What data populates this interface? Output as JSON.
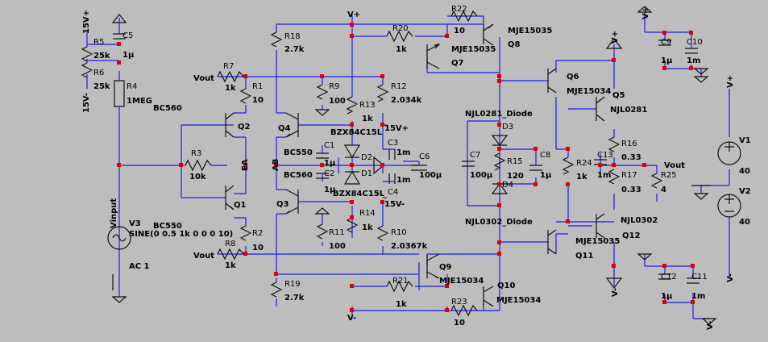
{
  "colors": {
    "background": "#bdbdbd",
    "wire": "#1c1cf0",
    "component": "#111111",
    "junction": "#e00000"
  },
  "labels": [
    {
      "id": "l_15vp_a",
      "text": "15V+",
      "rot": true
    },
    {
      "id": "l_15vm_a",
      "text": "15V-",
      "rot": true
    },
    {
      "id": "l_r5",
      "text": "R5"
    },
    {
      "id": "l_r5v",
      "text": "25k"
    },
    {
      "id": "l_r6",
      "text": "R6"
    },
    {
      "id": "l_r6v",
      "text": "25k"
    },
    {
      "id": "l_c5",
      "text": "C5"
    },
    {
      "id": "l_c5v",
      "text": "1µ"
    },
    {
      "id": "l_r4",
      "text": "R4"
    },
    {
      "id": "l_r4v",
      "text": "1MEG"
    },
    {
      "id": "l_bc560a",
      "text": "BC560"
    },
    {
      "id": "l_vout1",
      "text": "Vout"
    },
    {
      "id": "l_r7",
      "text": "R7"
    },
    {
      "id": "l_r7v",
      "text": "1k"
    },
    {
      "id": "l_r1",
      "text": "R1"
    },
    {
      "id": "l_r1v",
      "text": "10"
    },
    {
      "id": "l_q2",
      "text": "Q2"
    },
    {
      "id": "l_r3",
      "text": "R3"
    },
    {
      "id": "l_r3v",
      "text": "10k"
    },
    {
      "id": "l_ea",
      "text": "EA",
      "rot": true
    },
    {
      "id": "l_ab",
      "text": "AB",
      "rot": true
    },
    {
      "id": "l_q1",
      "text": "Q1"
    },
    {
      "id": "l_vinput",
      "text": "Vinput",
      "rot": true
    },
    {
      "id": "l_v3",
      "text": "V3"
    },
    {
      "id": "l_bc550a",
      "text": "BC550"
    },
    {
      "id": "l_sine",
      "text": "SINE(0 0.5 1k 0 0 0 10)"
    },
    {
      "id": "l_ac",
      "text": "AC 1"
    },
    {
      "id": "l_vout2",
      "text": "Vout"
    },
    {
      "id": "l_r8",
      "text": "R8"
    },
    {
      "id": "l_r8v",
      "text": "1k"
    },
    {
      "id": "l_r2",
      "text": "R2"
    },
    {
      "id": "l_r2v",
      "text": "10"
    },
    {
      "id": "l_r18",
      "text": "R18"
    },
    {
      "id": "l_r18v",
      "text": "2.7k"
    },
    {
      "id": "l_vp_top",
      "text": "V+"
    },
    {
      "id": "l_r22",
      "text": "R22"
    },
    {
      "id": "l_r22v",
      "text": "10"
    },
    {
      "id": "l_r20",
      "text": "R20"
    },
    {
      "id": "l_r20v",
      "text": "1k"
    },
    {
      "id": "l_mje15035a",
      "text": "MJE15035"
    },
    {
      "id": "l_mje15035b",
      "text": "MJE15035"
    },
    {
      "id": "l_q8",
      "text": "Q8"
    },
    {
      "id": "l_q7",
      "text": "Q7"
    },
    {
      "id": "l_r9",
      "text": "R9"
    },
    {
      "id": "l_r9v",
      "text": "100"
    },
    {
      "id": "l_r12",
      "text": "R12"
    },
    {
      "id": "l_r12v",
      "text": "2.034k"
    },
    {
      "id": "l_r13",
      "text": "R13"
    },
    {
      "id": "l_r13v",
      "text": "1k"
    },
    {
      "id": "l_q4",
      "text": "Q4"
    },
    {
      "id": "l_bzx1",
      "text": "BZX84C15L"
    },
    {
      "id": "l_15vp_b",
      "text": "15V+"
    },
    {
      "id": "l_bc550b",
      "text": "BC550"
    },
    {
      "id": "l_c1",
      "text": "C1"
    },
    {
      "id": "l_c1v",
      "text": "1µ"
    },
    {
      "id": "l_d2",
      "text": "D2"
    },
    {
      "id": "l_c3",
      "text": "C3"
    },
    {
      "id": "l_c3v",
      "text": "1m"
    },
    {
      "id": "l_c6",
      "text": "C6"
    },
    {
      "id": "l_c6v",
      "text": "100µ"
    },
    {
      "id": "l_bc560b",
      "text": "BC560"
    },
    {
      "id": "l_c2",
      "text": "C2"
    },
    {
      "id": "l_c2v",
      "text": "1µ"
    },
    {
      "id": "l_d1",
      "text": "D1"
    },
    {
      "id": "l_c4v",
      "text": "1m"
    },
    {
      "id": "l_c4",
      "text": "C4"
    },
    {
      "id": "l_bzx2",
      "text": "BZX84C15L"
    },
    {
      "id": "l_15vm_b",
      "text": "15V-"
    },
    {
      "id": "l_q3",
      "text": "Q3"
    },
    {
      "id": "l_r14",
      "text": "R14"
    },
    {
      "id": "l_r14v",
      "text": "1k"
    },
    {
      "id": "l_r11",
      "text": "R11"
    },
    {
      "id": "l_r11v",
      "text": "100"
    },
    {
      "id": "l_r10",
      "text": "R10"
    },
    {
      "id": "l_r10v",
      "text": "2.0367k"
    },
    {
      "id": "l_q9",
      "text": "Q9"
    },
    {
      "id": "l_mje15034a",
      "text": "MJE15034"
    },
    {
      "id": "l_r19",
      "text": "R19"
    },
    {
      "id": "l_r19v",
      "text": "2.7k"
    },
    {
      "id": "l_r21",
      "text": "R21"
    },
    {
      "id": "l_r21v",
      "text": "1k"
    },
    {
      "id": "l_q10",
      "text": "Q10"
    },
    {
      "id": "l_mje15034b",
      "text": "MJE15034"
    },
    {
      "id": "l_r23",
      "text": "R23"
    },
    {
      "id": "l_r23v",
      "text": "10"
    },
    {
      "id": "l_vm_bot",
      "text": "V-"
    },
    {
      "id": "l_njl281",
      "text": "NJL0281_Diode"
    },
    {
      "id": "l_d3",
      "text": "D3"
    },
    {
      "id": "l_c7",
      "text": "C7"
    },
    {
      "id": "l_c7v",
      "text": "100µ"
    },
    {
      "id": "l_r15",
      "text": "R15"
    },
    {
      "id": "l_r15v",
      "text": "120"
    },
    {
      "id": "l_c8",
      "text": "C8"
    },
    {
      "id": "l_c8v",
      "text": "1µ"
    },
    {
      "id": "l_d4",
      "text": "D4"
    },
    {
      "id": "l_njl302",
      "text": "NJL0302_Diode"
    },
    {
      "id": "l_q6",
      "text": "Q6"
    },
    {
      "id": "l_mje15034c",
      "text": "MJE15034"
    },
    {
      "id": "l_q5",
      "text": "Q5"
    },
    {
      "id": "l_njl0281",
      "text": "NJL0281"
    },
    {
      "id": "l_r16",
      "text": "R16"
    },
    {
      "id": "l_r16v",
      "text": "0.33"
    },
    {
      "id": "l_c13",
      "text": "C13"
    },
    {
      "id": "l_vout3",
      "text": "Vout"
    },
    {
      "id": "l_r24",
      "text": "R24"
    },
    {
      "id": "l_r24v",
      "text": "1k"
    },
    {
      "id": "l_c13v",
      "text": "1m"
    },
    {
      "id": "l_r17",
      "text": "R17"
    },
    {
      "id": "l_r17v",
      "text": "0.33"
    },
    {
      "id": "l_r25",
      "text": "R25"
    },
    {
      "id": "l_r25v",
      "text": "4"
    },
    {
      "id": "l_njl0302",
      "text": "NJL0302"
    },
    {
      "id": "l_mje15035c",
      "text": "MJE15035"
    },
    {
      "id": "l_q12",
      "text": "Q12"
    },
    {
      "id": "l_q11",
      "text": "Q11"
    },
    {
      "id": "l_vm_out",
      "text": "V-",
      "rot": true
    },
    {
      "id": "l_vp_out",
      "text": "V+",
      "rot": true
    },
    {
      "id": "l_vp_c9",
      "text": "V+",
      "rot": true
    },
    {
      "id": "l_c9",
      "text": "C9"
    },
    {
      "id": "l_c10",
      "text": "C10"
    },
    {
      "id": "l_c9v",
      "text": "1µ"
    },
    {
      "id": "l_c10v",
      "text": "1m"
    },
    {
      "id": "l_vp_v1",
      "text": "V+",
      "rot": true
    },
    {
      "id": "l_v1",
      "text": "V1"
    },
    {
      "id": "l_v1v",
      "text": "40"
    },
    {
      "id": "l_v2",
      "text": "V2"
    },
    {
      "id": "l_v2v",
      "text": "40"
    },
    {
      "id": "l_vm_v2",
      "text": "V-",
      "rot": true
    },
    {
      "id": "l_c12",
      "text": "C12"
    },
    {
      "id": "l_c11",
      "text": "C11"
    },
    {
      "id": "l_c12v",
      "text": "1µ"
    },
    {
      "id": "l_c11v",
      "text": "1m"
    },
    {
      "id": "l_vm_c12",
      "text": "V-",
      "rot": true
    }
  ]
}
